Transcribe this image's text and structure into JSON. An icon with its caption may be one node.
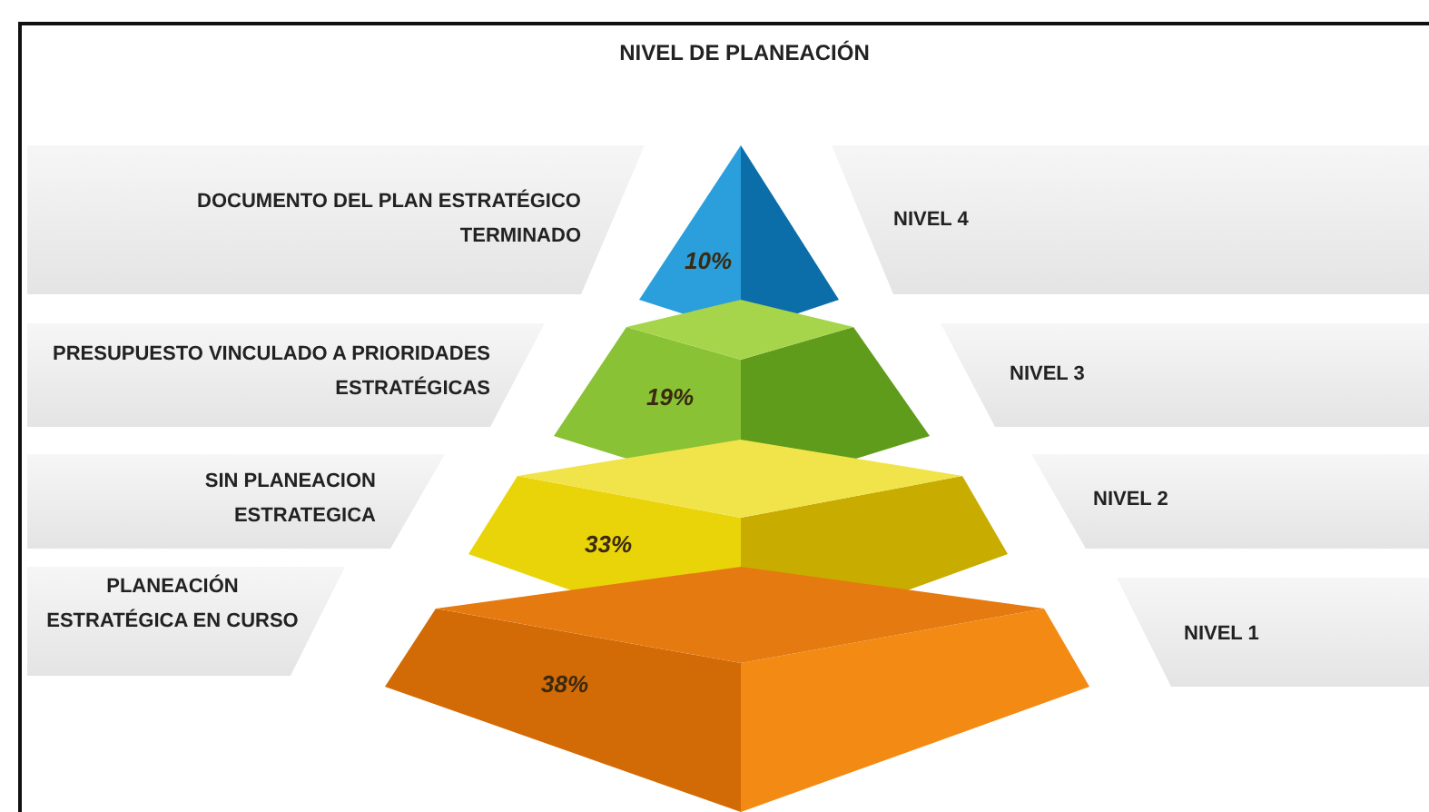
{
  "diagram": {
    "title": "NIVEL DE PLANEACIÓN",
    "nodes": [
      {
        "text": [
          "DOCUMENTO DEL PLAN ESTRATÉGICO TERMINADO"
        ]
      },
      {
        "text": [
          "10%"
        ]
      },
      {
        "text": [
          "NIVEL 4"
        ]
      },
      {
        "text": [
          "PRESUPUESTO VINCULADO A PRIORIDADES ESTRATÉGICAS"
        ]
      },
      {
        "text": [
          "19%"
        ]
      },
      {
        "text": [
          "NIVEL 3"
        ]
      },
      {
        "text": [
          "SIN PLANEACION ESTRATEGICA"
        ]
      },
      {
        "text": [
          "33%"
        ]
      },
      {
        "text": [
          "NIVEL 2"
        ]
      },
      {
        "text": [
          "PLANEACIÓN ESTRATÉGICA EN CURSO"
        ]
      },
      {
        "text": [
          "38%"
        ]
      },
      {
        "text": [
          "NIVEL 1"
        ]
      }
    ]
  }
}
